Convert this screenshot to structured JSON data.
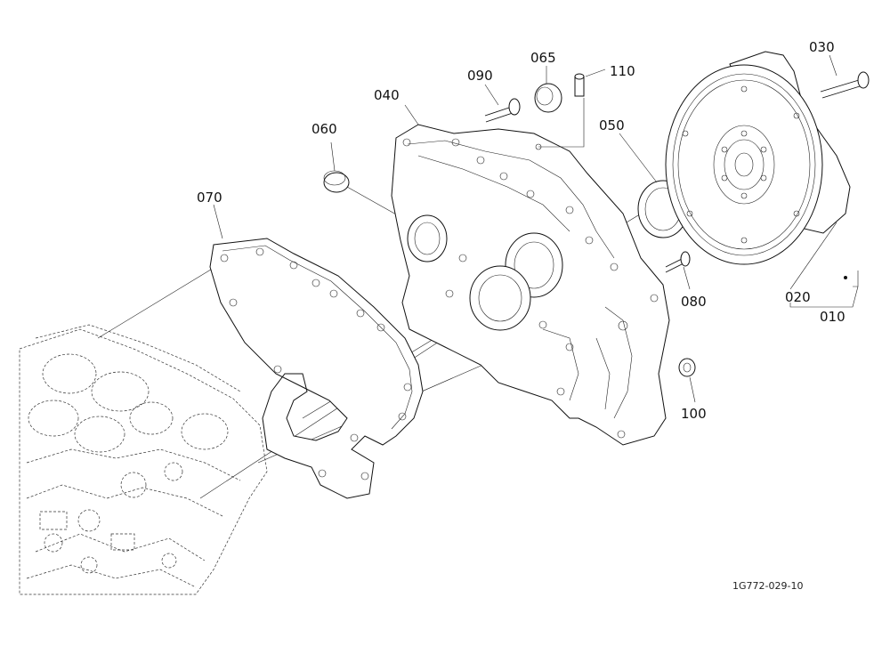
{
  "labels": {
    "p010": "010",
    "p020": "020",
    "p030": "030",
    "p040": "040",
    "p050": "050",
    "p060": "060",
    "p065": "065",
    "p070": "070",
    "p080": "080",
    "p090": "090",
    "p100": "100",
    "p110": "110"
  },
  "drawing_code": "1G772-029-10"
}
